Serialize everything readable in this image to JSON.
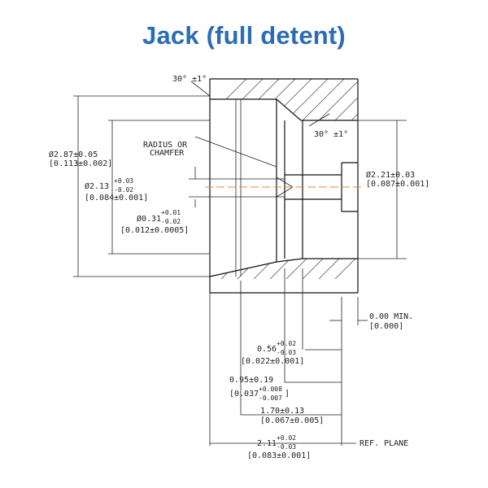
{
  "title": "Jack (full detent)",
  "labels": {
    "angle_top": "30° ±1°",
    "angle_inner": "30° ±1°",
    "radius_line1": "RADIUS OR",
    "radius_line2": "CHAMFER",
    "d287": "Ø2.87±0.05",
    "d287_in": "[0.113±0.002]",
    "d213": "Ø2.13",
    "d213_tol_p": "+0.03",
    "d213_tol_m": "-0.02",
    "d213_in": "[0.084±0.001]",
    "d031": "Ø0.31",
    "d031_tol_p": "+0.01",
    "d031_tol_m": "-0.02",
    "d031_in": "[0.012±0.0005]",
    "d221": "Ø2.21±0.03",
    "d221_in": "[0.087±0.001]",
    "min": "0.00  MIN.",
    "min_in": "[0.000]",
    "l056": "0.56",
    "l056_tol_p": "+0.02",
    "l056_tol_m": "-0.03",
    "l056_in": "[0.022±0.001]",
    "l095": "0.95±0.19",
    "l095_in_a": "[0.037",
    "l095_in_tol_p": "+0.008",
    "l095_in_tol_m": "-0.007",
    "l095_in_b": "]",
    "l170": "1.70±0.13",
    "l170_in": "[0.067±0.005]",
    "l211": "2.11",
    "l211_tol_p": "+0.02",
    "l211_tol_m": "-0.03",
    "l211_in": "[0.083±0.001]",
    "ref_plane": "REF. PLANE"
  },
  "colors": {
    "title": "#2a6db5",
    "centerline": "#e08a2c",
    "ink": "#111111"
  }
}
